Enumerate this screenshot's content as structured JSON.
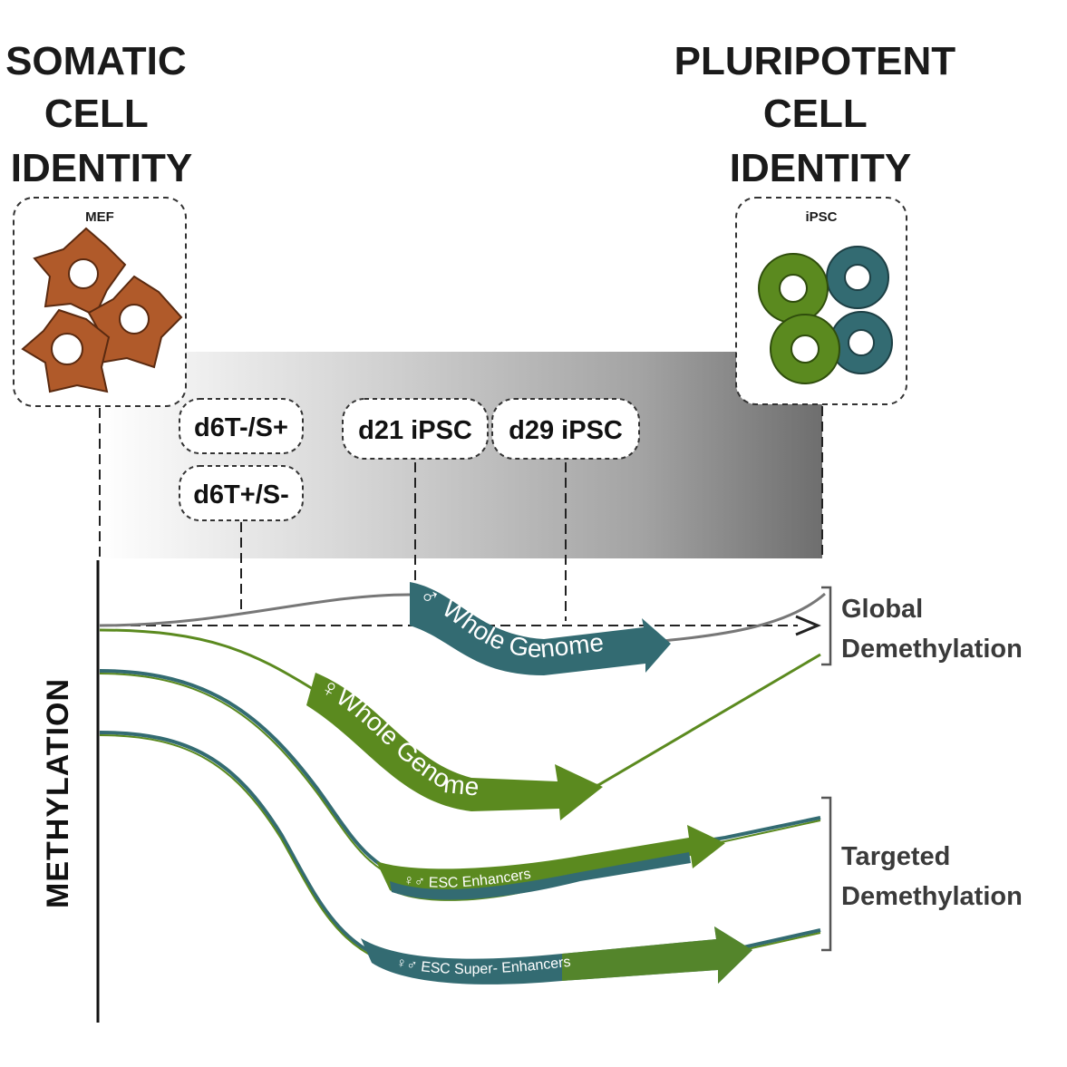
{
  "titles": {
    "somatic": [
      "SOMATIC",
      "CELL",
      "IDENTITY"
    ],
    "pluripotent": [
      "PLURIPOTENT",
      "CELL",
      "IDENTITY"
    ]
  },
  "cells": {
    "mef_label": "MEF",
    "ipsc_label": "iPSC"
  },
  "stages": {
    "d6_neg_pos": "d6T-/S+",
    "d6_pos_neg": "d6T+/S-",
    "d21": "d21 iPSC",
    "d29": "d29 iPSC"
  },
  "axis": {
    "y_label": "METHYLATION"
  },
  "groups": {
    "global": [
      "Global",
      "Demethylation"
    ],
    "targeted": [
      "Targeted",
      "Demethylation"
    ]
  },
  "bands": {
    "male_whole": {
      "symbol": "♂",
      "text": "Whole Genome"
    },
    "female_whole": {
      "symbol": "♀",
      "text": "Whole Genome"
    },
    "esc_enh": {
      "symbol": "♀♂",
      "text": "ESC Enhancers"
    },
    "esc_super": {
      "symbol": "♀♂",
      "text": "ESC Super- Enhancers"
    }
  },
  "colors": {
    "mef": "#b05a2a",
    "green": "#5b8a1f",
    "teal": "#336b72",
    "gray_line": "#777777"
  }
}
